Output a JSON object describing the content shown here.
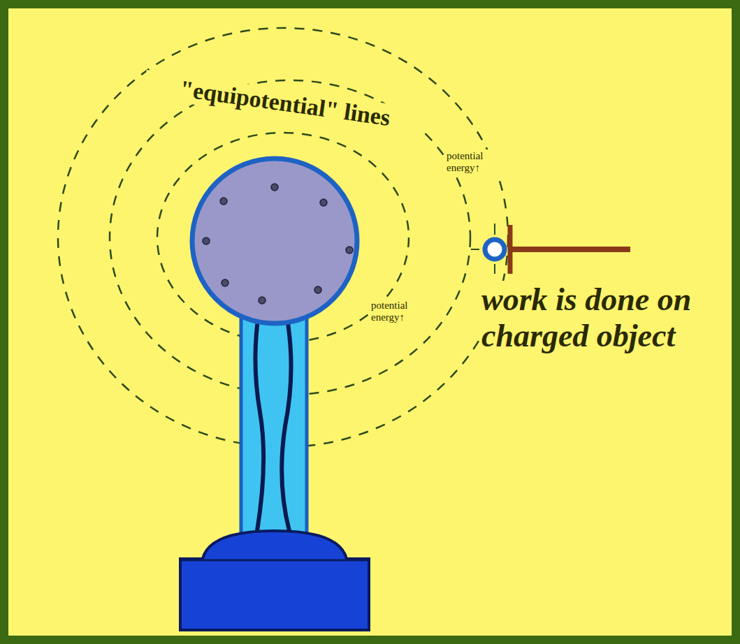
{
  "diagram": {
    "labels": [
      "\"equipotential\" lines",
      "potential energy↑",
      "potential energy↑",
      "work is done on charged object"
    ]
  }
}
